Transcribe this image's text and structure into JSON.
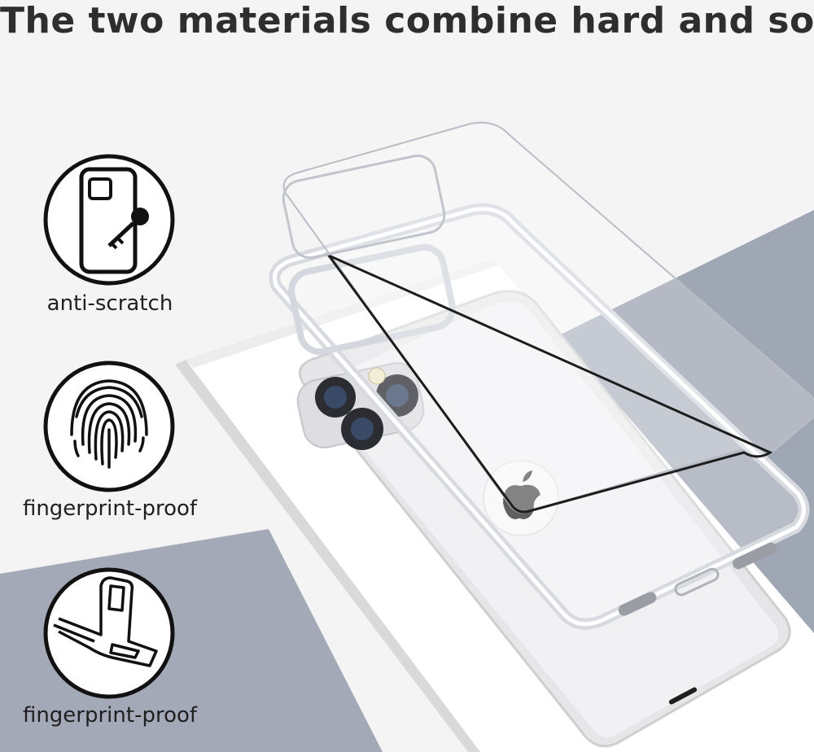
{
  "headline": "The two materials combine hard and soft",
  "features": [
    {
      "label": "anti-scratch",
      "icon": "phone-key-icon"
    },
    {
      "label": "fingerprint-proof",
      "icon": "fingerprint-icon"
    },
    {
      "label": "fingerprint-proof",
      "icon": "flexible-strap-icon"
    }
  ],
  "colors": {
    "background": "#f4f4f4",
    "backdrop_gray": "#9fa6b4",
    "text": "#1f1f1f"
  }
}
